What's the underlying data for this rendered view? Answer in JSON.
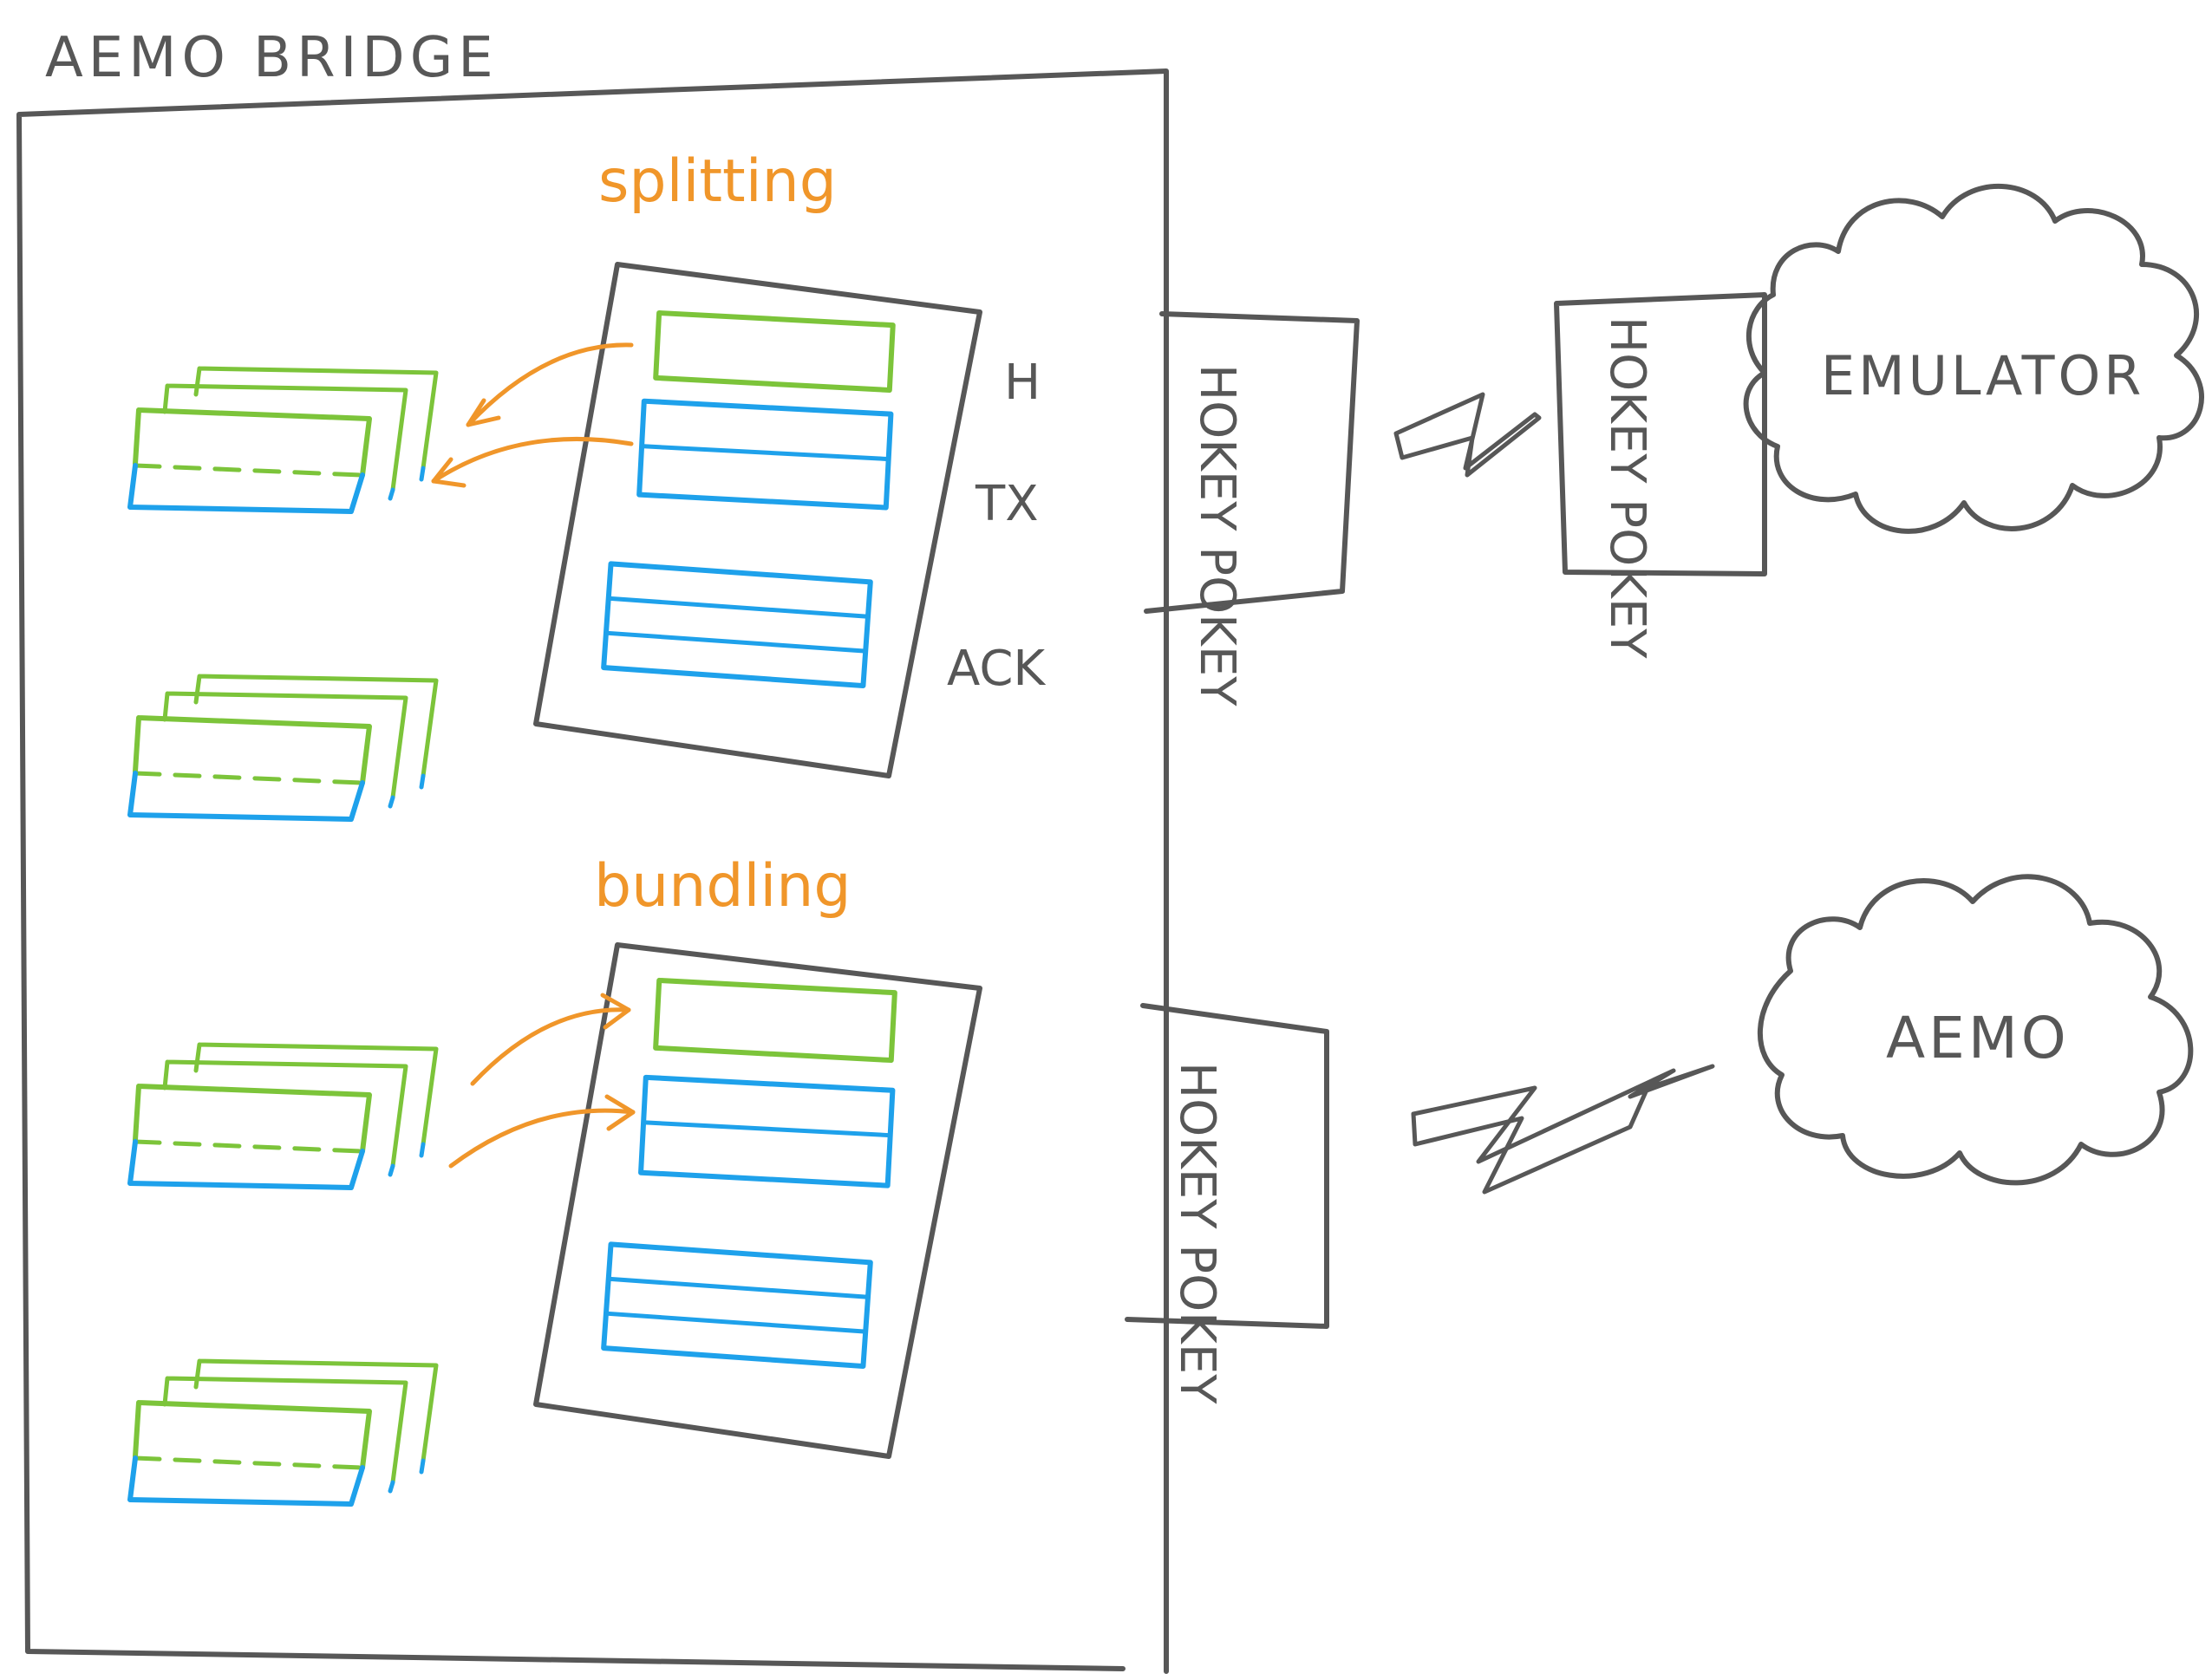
{
  "bridge": {
    "title": "AEMO BRIDGE",
    "splitting_label": "splitting",
    "bundling_label": "bundling",
    "side_labels": {
      "header": "H",
      "tx": "TX",
      "ack": "ACK"
    }
  },
  "connectors": {
    "top_adapter": "HOKEY POKEY",
    "bottom_adapter": "HOKEY POKEY",
    "emulator_adapter": "HOKEY POKEY"
  },
  "clouds": {
    "emulator": "EMULATOR",
    "aemo": "AEMO"
  },
  "colors": {
    "ink": "#575757",
    "header_green": "#7cc43a",
    "tx_blue": "#1ea1eb",
    "flow_orange": "#f0962a"
  }
}
